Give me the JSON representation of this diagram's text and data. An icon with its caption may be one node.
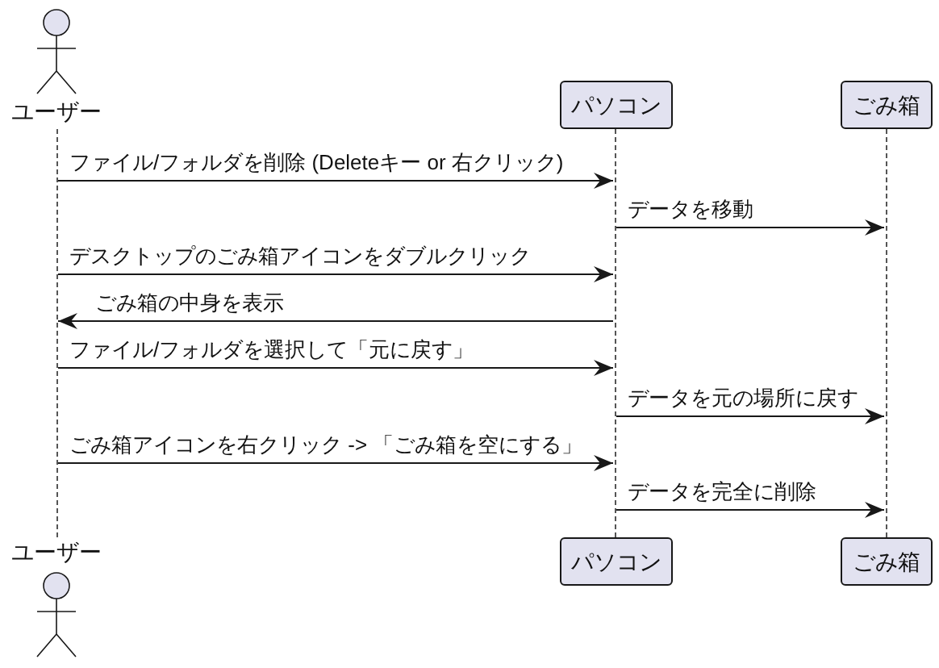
{
  "diagram": {
    "nodes": [
      {
        "text": [
          "ユーザー"
        ]
      },
      {
        "text": [
          "パソコン"
        ]
      },
      {
        "text": [
          "ごみ箱"
        ]
      },
      {
        "text": [
          "ユーザー"
        ]
      },
      {
        "text": [
          "パソコン"
        ]
      },
      {
        "text": [
          "ごみ箱"
        ]
      },
      {
        "text": [],
        "shape": "line"
      },
      {
        "text": [],
        "shape": "line"
      },
      {
        "text": [],
        "shape": "line"
      }
    ],
    "edges": [
      {
        "from": 6,
        "to": 7,
        "label": "ファイル/フォルダを削除 (Deleteキー or 右クリック)",
        "arrow": "to"
      },
      {
        "from": 7,
        "to": 8,
        "label": "データを移動",
        "arrow": "to"
      },
      {
        "from": 6,
        "to": 7,
        "label": "デスクトップのごみ箱アイコンをダブルクリック",
        "arrow": "to"
      },
      {
        "from": 7,
        "to": 6,
        "label": "ごみ箱の中身を表示",
        "arrow": "to"
      },
      {
        "from": 6,
        "to": 7,
        "label": "ファイル/フォルダを選択して「元に戻す」",
        "arrow": "to"
      },
      {
        "from": 7,
        "to": 8,
        "label": "データを元の場所に戻す",
        "arrow": "to"
      },
      {
        "from": 6,
        "to": 7,
        "label": "ごみ箱アイコンを右クリック -> 「ごみ箱を空にする」",
        "arrow": "to"
      },
      {
        "from": 7,
        "to": 8,
        "label": "データを完全に削除",
        "arrow": "to"
      }
    ]
  }
}
